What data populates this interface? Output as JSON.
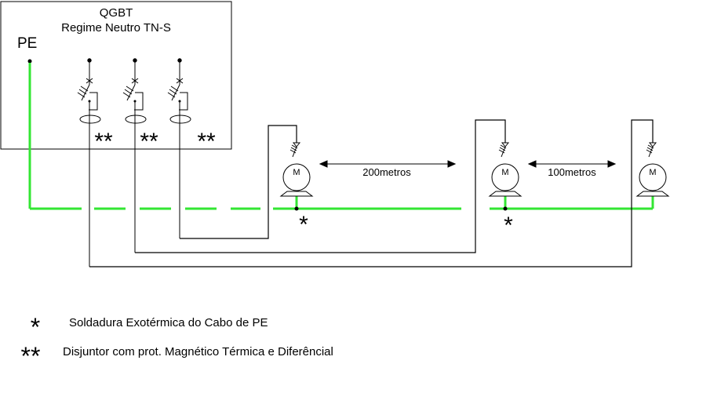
{
  "panel": {
    "title": "QGBT",
    "subtitle": "Regime Neutro TN-S"
  },
  "pe_label": "PE",
  "breaker_markers": [
    "**",
    "**",
    "**"
  ],
  "motor_label": "M",
  "distances": {
    "d1": "200metros",
    "d2": "100metros"
  },
  "weld_marker": "*",
  "legend": {
    "item1_symbol": "*",
    "item1_text": "Soldadura Exotérmica do Cabo de PE",
    "item2_symbol": "**",
    "item2_text": "Disjuntor com prot. Magnético Térmica e Diferêncial"
  },
  "colors": {
    "pe_conductor": "#33e633",
    "wire": "#000000"
  }
}
